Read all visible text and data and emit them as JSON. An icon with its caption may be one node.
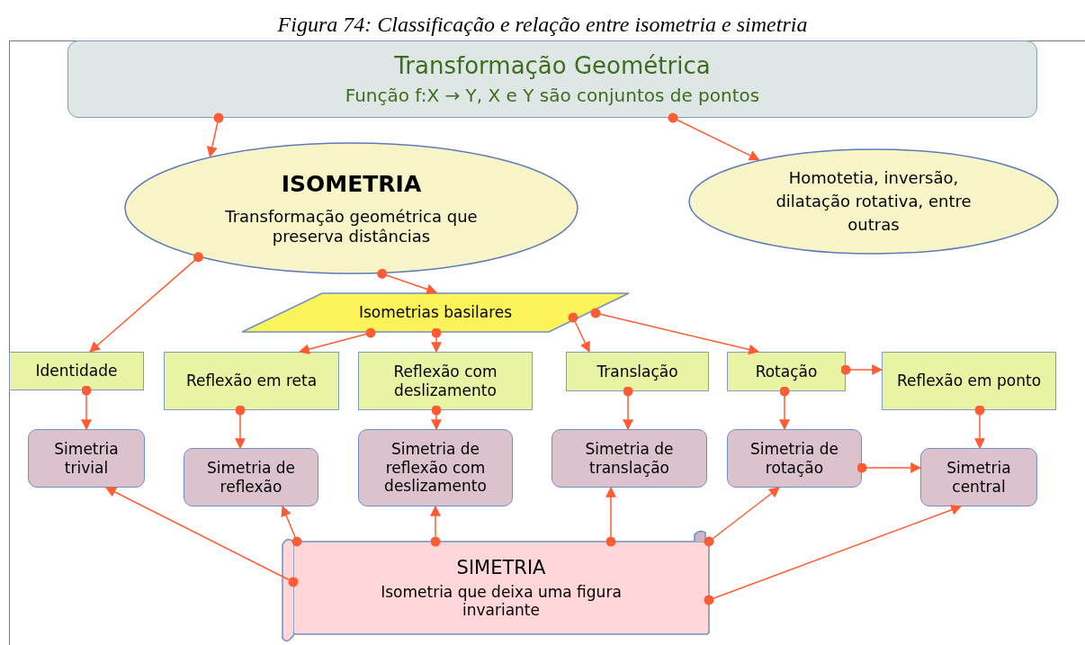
{
  "diagram": {
    "title": "Figura 74: Classificação e relação entre isometria e simetria",
    "nodes": [
      {
        "text": [
          "Transformação Geométrica",
          "Função f:X → Y, X e Y são conjuntos de pontos"
        ]
      },
      {
        "text": [
          "ISOMETRIA",
          "Transformação geométrica que preserva distâncias"
        ]
      },
      {
        "text": [
          "Homotetia, inversão, dilatação rotativa, entre outras"
        ]
      },
      {
        "text": [
          "Isometrias basilares"
        ]
      },
      {
        "text": [
          "Identidade"
        ]
      },
      {
        "text": [
          "Reflexão em reta"
        ]
      },
      {
        "text": [
          "Reflexão com deslizamento"
        ]
      },
      {
        "text": [
          "Translação"
        ]
      },
      {
        "text": [
          "Rotação"
        ]
      },
      {
        "text": [
          "Reflexão em ponto"
        ]
      },
      {
        "text": [
          "Simetria trivial"
        ]
      },
      {
        "text": [
          "Simetria de reflexão"
        ]
      },
      {
        "text": [
          "Simetria de reflexão com deslizamento"
        ]
      },
      {
        "text": [
          "Simetria de translação"
        ]
      },
      {
        "text": [
          "Simetria de rotação"
        ]
      },
      {
        "text": [
          "Simetria central"
        ]
      },
      {
        "text": [
          "SIMETRIA",
          "Isometria que deixa uma figura invariante"
        ]
      }
    ],
    "edges": [
      {
        "from": 0,
        "to": 1,
        "arrow": "to"
      },
      {
        "from": 0,
        "to": 2,
        "arrow": "to"
      },
      {
        "from": 1,
        "to": 4,
        "arrow": "to"
      },
      {
        "from": 1,
        "to": 3,
        "arrow": "to"
      },
      {
        "from": 3,
        "to": 5,
        "arrow": "to"
      },
      {
        "from": 3,
        "to": 6,
        "arrow": "to"
      },
      {
        "from": 3,
        "to": 7,
        "arrow": "to"
      },
      {
        "from": 3,
        "to": 8,
        "arrow": "to"
      },
      {
        "from": 8,
        "to": 9,
        "arrow": "to"
      },
      {
        "from": 4,
        "to": 10,
        "arrow": "to"
      },
      {
        "from": 5,
        "to": 11,
        "arrow": "to"
      },
      {
        "from": 6,
        "to": 12,
        "arrow": "to"
      },
      {
        "from": 7,
        "to": 13,
        "arrow": "to"
      },
      {
        "from": 8,
        "to": 14,
        "arrow": "to"
      },
      {
        "from": 9,
        "to": 15,
        "arrow": "to"
      },
      {
        "from": 14,
        "to": 15,
        "arrow": "to"
      },
      {
        "from": 16,
        "to": 10,
        "arrow": "to"
      },
      {
        "from": 16,
        "to": 11,
        "arrow": "to"
      },
      {
        "from": 16,
        "to": 12,
        "arrow": "to"
      },
      {
        "from": 16,
        "to": 13,
        "arrow": "to"
      },
      {
        "from": 16,
        "to": 14,
        "arrow": "to"
      },
      {
        "from": 16,
        "to": 15,
        "arrow": "to"
      }
    ]
  }
}
